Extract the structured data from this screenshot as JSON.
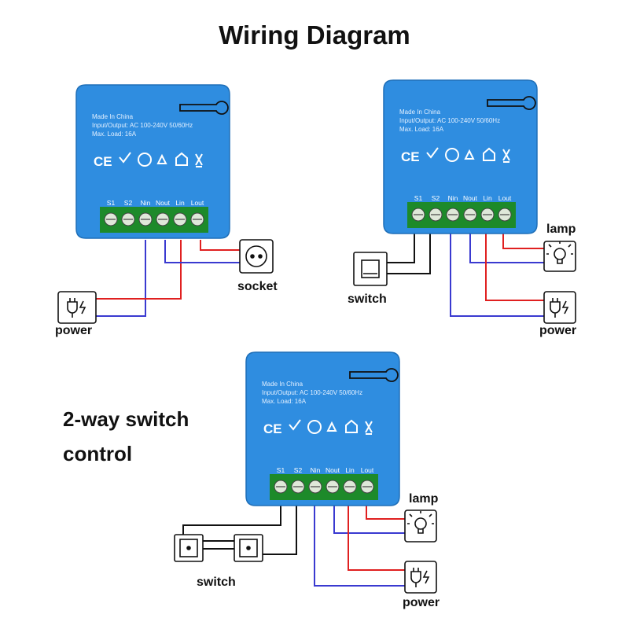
{
  "title": "Wiring Diagram",
  "side_label": {
    "line1": "2-way switch",
    "line2": "control"
  },
  "module": {
    "made_in": "Made In China",
    "input_output": "Input/Output:  AC 100-240V 50/60Hz",
    "max_load": "Max. Load: 16A",
    "cert_marks": [
      "CE",
      "RoHS",
      "recycle",
      "weee"
    ],
    "terminals": [
      "S1",
      "S2",
      "Nin",
      "Nout",
      "Lin",
      "Lout"
    ],
    "color": "#2f8de0"
  },
  "diagram1": {
    "socket_label": "socket",
    "power_label": "power"
  },
  "diagram2": {
    "lamp_label": "lamp",
    "switch_label": "switch",
    "power_label": "power"
  },
  "diagram3": {
    "lamp_label": "lamp",
    "switch_label": "switch",
    "power_label": "power"
  },
  "wire_colors": {
    "live": "#e02020",
    "neutral": "#3a3ad0",
    "switch": "#111111"
  }
}
